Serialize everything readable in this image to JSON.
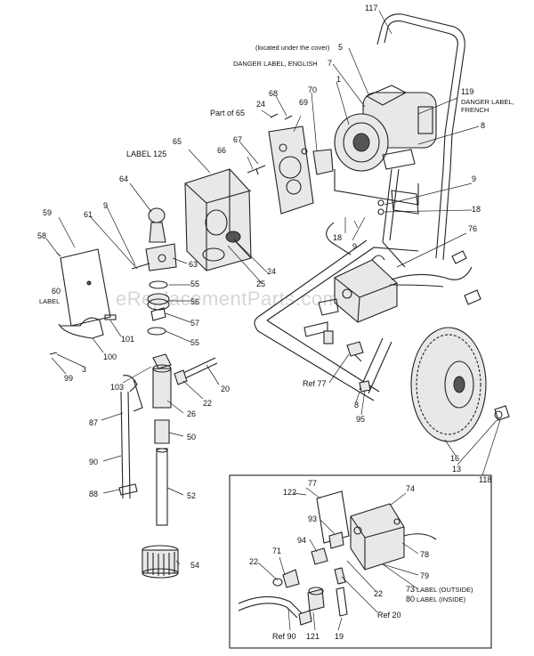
{
  "watermark": "eReplacementParts.com",
  "labels": {
    "l117": "117",
    "l5": "5",
    "l5note": "(located under the cover)",
    "l7": "7",
    "l7note": "DANGER LABEL, ENGLISH",
    "l119": "119",
    "l119note1": "DANGER LABEL,",
    "l119note2": "FRENCH",
    "l1": "1",
    "l8a": "8",
    "l70": "70",
    "l68": "68",
    "l24a": "24",
    "l69": "69",
    "lpart65": "Part of 65",
    "l67": "67",
    "l66": "66",
    "l65": "65",
    "llabel125": "LABEL 125",
    "l64": "64",
    "l9a": "9",
    "l9b": "9",
    "l18a": "18",
    "l18b": "18",
    "l9c": "9",
    "l59": "59",
    "l58": "58",
    "l61": "61",
    "l76": "76",
    "l63": "63",
    "l24b": "24",
    "l25": "25",
    "l60": "60",
    "l60note": "LABEL",
    "l55a": "55",
    "l56": "56",
    "l57": "57",
    "l55b": "55",
    "l101": "101",
    "l100": "100",
    "l3": "3",
    "l99": "99",
    "l103": "103",
    "l20": "20",
    "l22a": "22",
    "lref77": "Ref 77",
    "l8b": "8",
    "l95": "95",
    "l87": "87",
    "l26": "26",
    "l50": "50",
    "l16": "16",
    "l13": "13",
    "l118": "118",
    "l90": "90",
    "l88": "88",
    "l52": "52",
    "l54": "54",
    "l122": "122",
    "l77": "77",
    "l74": "74",
    "l93": "93",
    "l94": "94",
    "l78": "78",
    "l79": "79",
    "l22b": "22",
    "l71": "71",
    "l22c": "22",
    "l73": "73",
    "l73note": "LABEL (OUTSIDE)",
    "l80": "80",
    "l80note": "LABEL (INSIDE)",
    "lref20": "Ref 20",
    "lref90": "Ref 90",
    "l121": "121",
    "l19": "19"
  }
}
